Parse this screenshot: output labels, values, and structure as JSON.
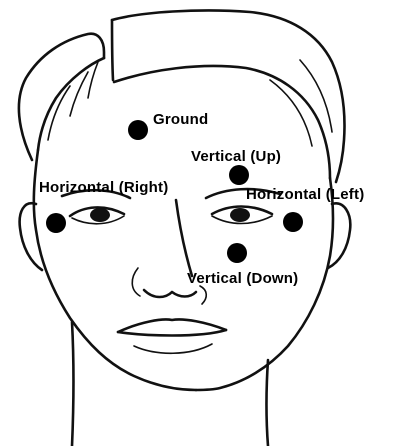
{
  "figure": {
    "subject": "face-drawing",
    "ink_color": "#111111",
    "background_color": "#ffffff"
  },
  "electrodes": [
    {
      "id": "ground",
      "label": "Ground"
    },
    {
      "id": "vertical-up",
      "label": "Vertical (Up)"
    },
    {
      "id": "horizontal-right",
      "label": "Horizontal (Right)"
    },
    {
      "id": "horizontal-left",
      "label": "Horizontal (Left)"
    },
    {
      "id": "vertical-down",
      "label": "Vertical (Down)"
    }
  ]
}
